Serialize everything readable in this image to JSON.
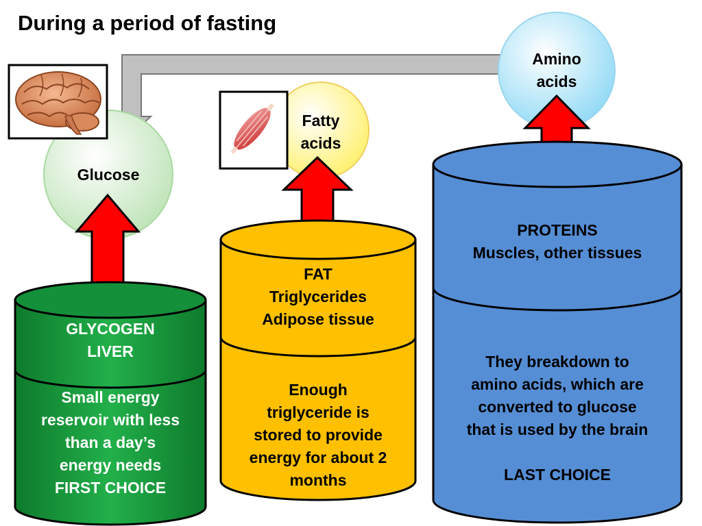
{
  "title": "During a period of fasting",
  "circles": {
    "glucose": "Glucose",
    "fatty_acids": [
      "Fatty",
      "acids"
    ],
    "amino_acids": [
      "Amino",
      "acids"
    ]
  },
  "cylinders": {
    "glycogen": {
      "top_lines": [
        "GLYCOGEN",
        "LIVER"
      ],
      "bottom_lines": [
        "Small energy",
        "reservoir with less",
        "than a day’s",
        "energy needs",
        "FIRST CHOICE"
      ]
    },
    "fat": {
      "top_lines": [
        "FAT",
        "Triglycerides",
        "Adipose tissue"
      ],
      "bottom_lines": [
        "Enough",
        "triglyceride is",
        "stored to provide",
        "energy for about 2",
        "months"
      ]
    },
    "proteins": {
      "top_lines": [
        "PROTEINS",
        "Muscles, other tissues"
      ],
      "bottom_lines": [
        "They breakdown to",
        "amino acids, which are",
        "converted to glucose",
        "that is used by the brain",
        "",
        "LAST CHOICE"
      ]
    }
  },
  "icons": [
    "brain-icon",
    "muscle-icon"
  ],
  "colors": {
    "glycogen": "#1a9a3a",
    "fat": "#ffc000",
    "proteins": "#558ed5",
    "arrow_red": "#ff0000",
    "connector_gray": "#c0c0c0",
    "glucose_circle": "#d9f0d6",
    "fatty_circle": "#fff8b0",
    "amino_circle": "#bfe8f8"
  }
}
